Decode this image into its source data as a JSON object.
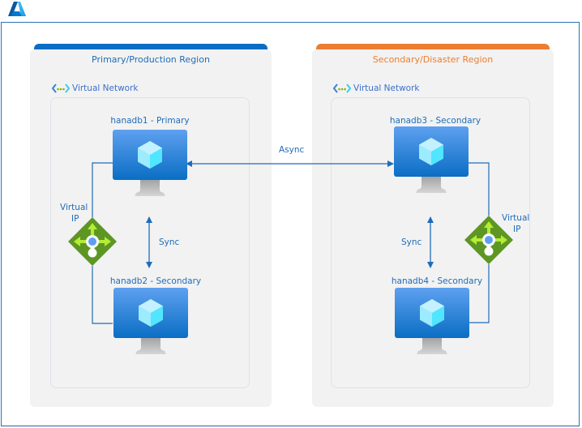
{
  "logo": {
    "icon": "azure-logo-icon",
    "color": "#0078d4"
  },
  "regions": [
    {
      "title": "Primary/Production Region",
      "accent": "#0a6ec4",
      "title_color": "#1f6cb8",
      "vnet_label": "Virtual Network",
      "vms": [
        {
          "name": "hanadb1 - Primary"
        },
        {
          "name": "hanadb2 - Secondary"
        }
      ],
      "sync_label": "Sync",
      "vip_label_line1": "Virtual",
      "vip_label_line2": "IP"
    },
    {
      "title": "Secondary/Disaster Region",
      "accent": "#ed7d31",
      "title_color": "#ed7d31",
      "vnet_label": "Virtual Network",
      "vms": [
        {
          "name": "hanadb3 - Secondary"
        },
        {
          "name": "hanadb4 - Secondary"
        }
      ],
      "sync_label": "Sync",
      "vip_label_line1": "Virtual",
      "vip_label_line2": "IP"
    }
  ],
  "async_label": "Async",
  "colors": {
    "connector": "#1f6cb8",
    "vm_top": "#5ea0ef",
    "vm_bottom": "#0a6ec4",
    "vip_green": "#5e9624",
    "vip_light": "#b4ec36"
  }
}
